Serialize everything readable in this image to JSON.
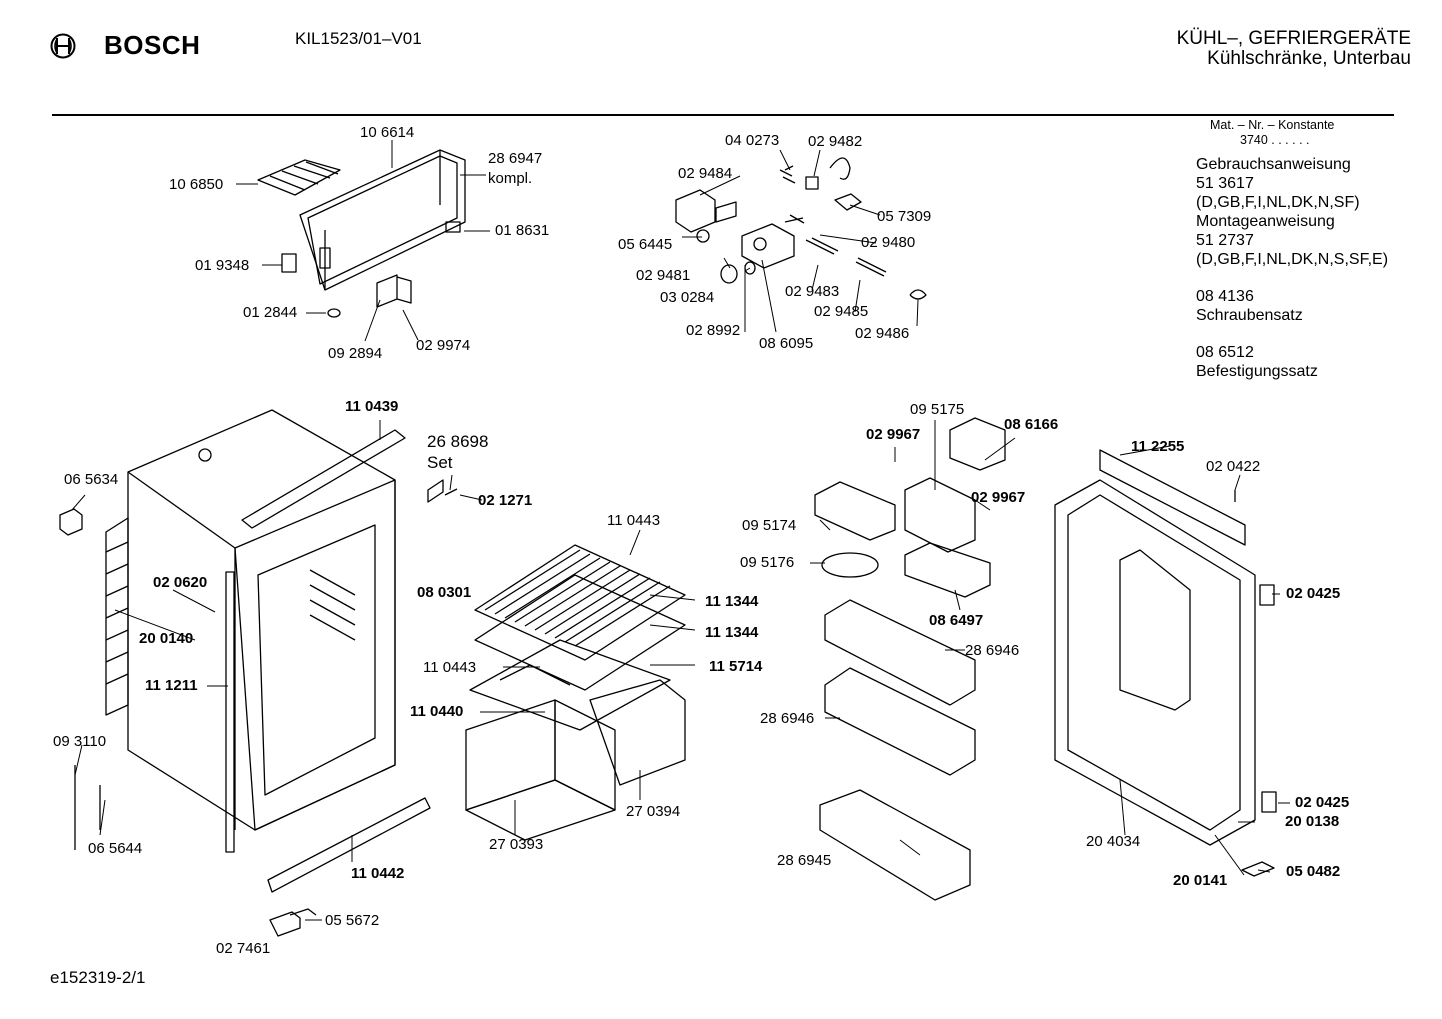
{
  "header": {
    "brand": "BOSCH",
    "model": "KIL1523/01–V01",
    "category_line1": "KÜHL–, GEFRIERGERÄTE",
    "category_line2": "Kühlschränke, Unterbau",
    "logo_icon": "bosch-armature-icon"
  },
  "sidebar": {
    "mat_title": "Mat. – Nr. – Konstante",
    "mat_value": "3740 . . . . . .",
    "docs": [
      {
        "lines": [
          "Gebrauchsanweisung",
          "51 3617",
          "(D,GB,F,I,NL,DK,N,SF)"
        ]
      },
      {
        "lines": [
          "Montageanweisung",
          "51 2737",
          "(D,GB,F,I,NL,DK,N,S,SF,E)"
        ]
      },
      {
        "lines": [
          "08 4136",
          "Schraubensatz"
        ]
      },
      {
        "lines": [
          "08 6512",
          "Befestigungssatz"
        ]
      }
    ]
  },
  "parts": [
    {
      "text": "10 6614",
      "bold": true
    },
    {
      "text": "28 6947",
      "bold": false
    },
    {
      "text": "kompl.",
      "bold": false
    },
    {
      "text": "10 6850",
      "bold": true
    },
    {
      "text": "01 8631",
      "bold": true
    },
    {
      "text": "01 9348",
      "bold": true
    },
    {
      "text": "01 2844",
      "bold": true
    },
    {
      "text": "09 2894",
      "bold": false
    },
    {
      "text": "02 9974",
      "bold": false
    },
    {
      "text": "04 0273",
      "bold": false
    },
    {
      "text": "02 9482",
      "bold": false
    },
    {
      "text": "02 9484",
      "bold": false
    },
    {
      "text": "05 7309",
      "bold": false
    },
    {
      "text": "05 6445",
      "bold": false
    },
    {
      "text": "02 9480",
      "bold": false
    },
    {
      "text": "02 9481",
      "bold": false
    },
    {
      "text": "03 0284",
      "bold": false
    },
    {
      "text": "02 9483",
      "bold": false
    },
    {
      "text": "02 9485",
      "bold": false
    },
    {
      "text": "02 8992",
      "bold": false
    },
    {
      "text": "08 6095",
      "bold": false
    },
    {
      "text": "02 9486",
      "bold": false
    },
    {
      "text": "11 0439",
      "bold": true
    },
    {
      "text": "26 8698",
      "bold": false
    },
    {
      "text": "Set",
      "bold": false
    },
    {
      "text": "02 1271",
      "bold": true
    },
    {
      "text": "06 5634",
      "bold": false
    },
    {
      "text": "02 0620",
      "bold": true
    },
    {
      "text": "20 0140",
      "bold": true
    },
    {
      "text": "11 1211",
      "bold": true
    },
    {
      "text": "09 3110",
      "bold": false
    },
    {
      "text": "06 5644",
      "bold": false
    },
    {
      "text": "11 0443",
      "bold": false
    },
    {
      "text": "08 0301",
      "bold": true
    },
    {
      "text": "11 1344",
      "bold": true
    },
    {
      "text": "11 1344",
      "bold": true
    },
    {
      "text": "11 0443",
      "bold": false
    },
    {
      "text": "11 5714",
      "bold": true
    },
    {
      "text": "11 0440",
      "bold": true
    },
    {
      "text": "27 0394",
      "bold": false
    },
    {
      "text": "27 0393",
      "bold": false
    },
    {
      "text": "11 0442",
      "bold": true
    },
    {
      "text": "05 5672",
      "bold": false
    },
    {
      "text": "02 7461",
      "bold": false
    },
    {
      "text": "09 5175",
      "bold": false
    },
    {
      "text": "02 9967",
      "bold": true
    },
    {
      "text": "08 6166",
      "bold": true
    },
    {
      "text": "02 9967",
      "bold": true
    },
    {
      "text": "09 5174",
      "bold": false
    },
    {
      "text": "09 5176",
      "bold": false
    },
    {
      "text": "08 6497",
      "bold": true
    },
    {
      "text": "28 6946",
      "bold": false
    },
    {
      "text": "28 6946",
      "bold": false
    },
    {
      "text": "28 6945",
      "bold": false
    },
    {
      "text": "11 2255",
      "bold": true
    },
    {
      "text": "02 0422",
      "bold": false
    },
    {
      "text": "02 0425",
      "bold": true
    },
    {
      "text": "02 0425",
      "bold": true
    },
    {
      "text": "20 0138",
      "bold": true
    },
    {
      "text": "20 4034",
      "bold": false
    },
    {
      "text": "20 0141",
      "bold": true
    },
    {
      "text": "05 0482",
      "bold": true
    }
  ],
  "footer": {
    "code": "e152319-2/1"
  }
}
